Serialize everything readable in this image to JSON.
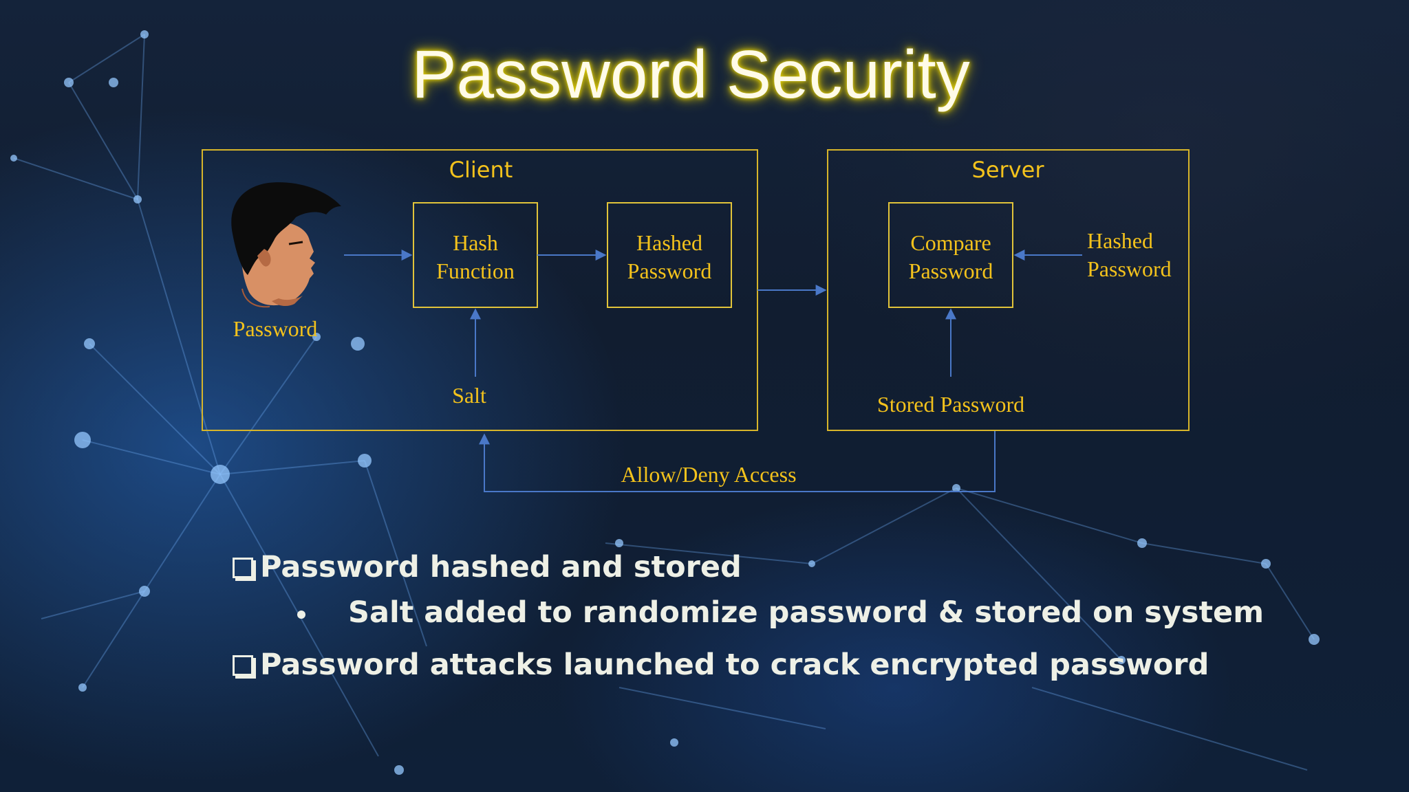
{
  "slide": {
    "title": "Password Security"
  },
  "diagram": {
    "client": {
      "title": "Client",
      "user_label": "Password",
      "hash_function": "Hash Function",
      "hashed_password": "Hashed Password",
      "salt": "Salt"
    },
    "server": {
      "title": "Server",
      "compare_password": "Compare Password",
      "hashed_password": "Hashed Password",
      "stored_password": "Stored Password"
    },
    "access_label": "Allow/Deny Access",
    "colors": {
      "label": "#f3c21c",
      "box_border": "#d7b52a",
      "arrow": "#4a78c8",
      "title_glow": "#e8d40a"
    }
  },
  "bullets": [
    {
      "level": 1,
      "text": "Password hashed and stored"
    },
    {
      "level": 2,
      "text": "Salt added to randomize password & stored on system"
    },
    {
      "level": 1,
      "text": "Password attacks launched to crack encrypted password"
    }
  ],
  "icons": {
    "user": "man-head-icon",
    "checkbox_bullet": "checkbox-bullet-icon",
    "dot_bullet": "dot-bullet-icon"
  }
}
